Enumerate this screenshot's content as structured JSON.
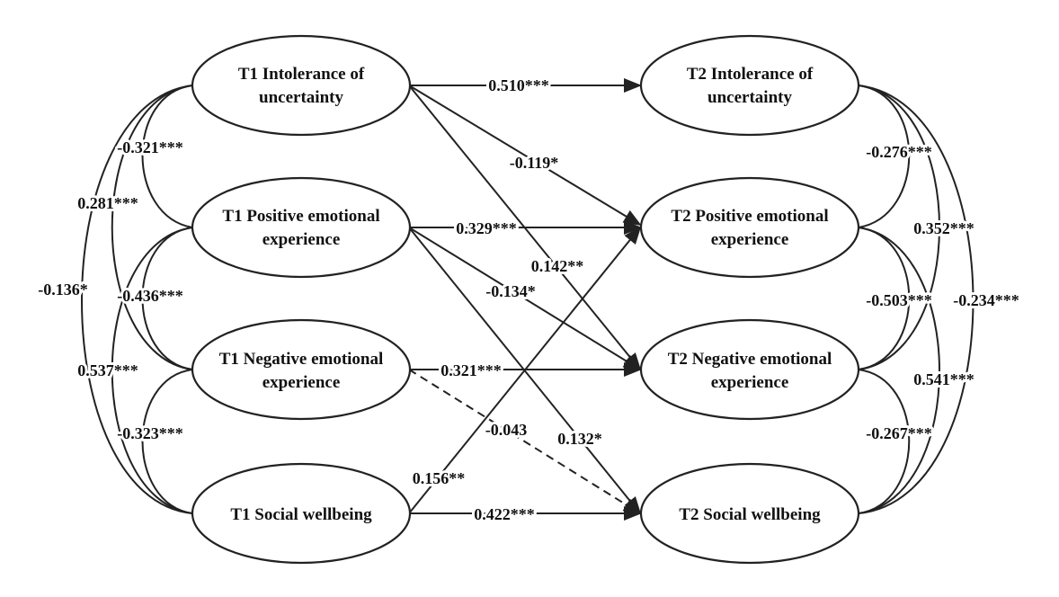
{
  "nodes": {
    "t1_iu": {
      "line1": "T1 Intolerance of",
      "line2": "uncertainty"
    },
    "t1_pee": {
      "line1": "T1 Positive emotional",
      "line2": "experience"
    },
    "t1_nee": {
      "line1": "T1 Negative emotional",
      "line2": "experience"
    },
    "t1_sw": {
      "line1": "T1 Social wellbeing"
    },
    "t2_iu": {
      "line1": "T2 Intolerance of",
      "line2": "uncertainty"
    },
    "t2_pee": {
      "line1": "T2 Positive emotional",
      "line2": "experience"
    },
    "t2_nee": {
      "line1": "T2 Negative emotional",
      "line2": "experience"
    },
    "t2_sw": {
      "line1": "T2 Social wellbeing"
    }
  },
  "paths": {
    "iu_iu": "0.510***",
    "iu_pee": "-0.119*",
    "iu_nee": "0.142**",
    "pee_pee": "0.329***",
    "pee_nee": "-0.134*",
    "pee_sw": "0.132*",
    "nee_nee": "0.321***",
    "nee_sw": "-0.043",
    "sw_pee": "0.156**",
    "sw_sw": "0.422***"
  },
  "t1_covariances": {
    "iu_pee": "-0.321***",
    "iu_nee": "0.281***",
    "iu_sw": "-0.136*",
    "pee_nee": "-0.436***",
    "pee_sw": "0.537***",
    "nee_sw": "-0.323***"
  },
  "t2_covariances": {
    "iu_pee": "-0.276***",
    "iu_nee": "0.352***",
    "iu_sw": "-0.234***",
    "pee_nee": "-0.503***",
    "pee_sw": "0.541***",
    "nee_sw": "-0.267***"
  }
}
